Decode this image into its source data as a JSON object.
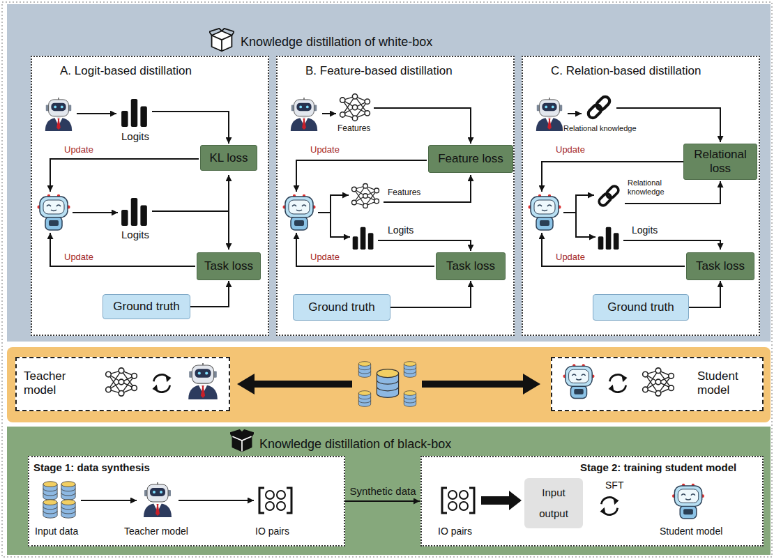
{
  "diagram": {
    "nodes": [
      {
        "text": [
          "Knowledge distillation of white-box"
        ]
      },
      {
        "text": [
          "A. Logit-based distillation"
        ],
        "in": 0
      },
      {
        "text": [
          "KL loss"
        ],
        "in": 1
      },
      {
        "text": [
          "Task loss"
        ],
        "in": 1
      },
      {
        "text": [
          "Ground truth"
        ],
        "in": 1
      },
      {
        "text": [
          "B. Feature-based distillation"
        ],
        "in": 0
      },
      {
        "text": [
          "Feature loss"
        ],
        "in": 5
      },
      {
        "text": [
          "Task loss"
        ],
        "in": 5
      },
      {
        "text": [
          "Ground truth"
        ],
        "in": 5
      },
      {
        "text": [
          "C. Relation-based distillation"
        ],
        "in": 0
      },
      {
        "text": [
          "Relational loss"
        ],
        "in": 9
      },
      {
        "text": [
          "Task loss"
        ],
        "in": 9
      },
      {
        "text": [
          "Ground truth"
        ],
        "in": 9
      },
      {
        "text": [
          "Teacher model"
        ]
      },
      {
        "text": [
          "Student model"
        ]
      },
      {
        "text": [
          "Knowledge distillation of black-box"
        ]
      },
      {
        "text": [
          "Stage 1: data synthesis"
        ],
        "in": 15
      },
      {
        "text": [
          "Stage 2: training student model"
        ],
        "in": 15
      },
      {
        "text": [
          "Input",
          "output"
        ],
        "in": 17
      }
    ],
    "edges": [
      {
        "from": 4,
        "to": 3,
        "arrow": "to"
      },
      {
        "from": 8,
        "to": 7,
        "arrow": "to"
      },
      {
        "from": 12,
        "to": 11,
        "arrow": "to"
      },
      {
        "from": 16,
        "to": 17,
        "label": "Synthetic data",
        "arrow": "to"
      }
    ],
    "labels": [
      "Logits",
      "Update",
      "Logits",
      "Update",
      "Features",
      "Update",
      "Features",
      "Logits",
      "Update",
      "Relational knowledge",
      "Update",
      "Relational knowledge",
      "Logits",
      "Update",
      "Input data",
      "Teacher model",
      "IO pairs",
      "SFT",
      "IO pairs",
      "Student model"
    ]
  }
}
